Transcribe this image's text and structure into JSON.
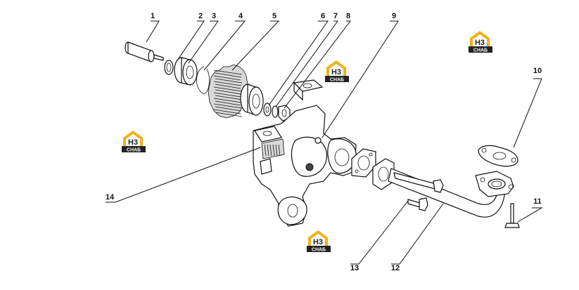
{
  "callouts": [
    {
      "id": "1",
      "label": "1"
    },
    {
      "id": "2",
      "label": "2"
    },
    {
      "id": "3",
      "label": "3"
    },
    {
      "id": "4",
      "label": "4"
    },
    {
      "id": "5",
      "label": "5"
    },
    {
      "id": "6",
      "label": "6"
    },
    {
      "id": "7",
      "label": "7"
    },
    {
      "id": "8",
      "label": "8"
    },
    {
      "id": "9",
      "label": "9"
    },
    {
      "id": "10",
      "label": "10"
    },
    {
      "id": "11",
      "label": "11"
    },
    {
      "id": "12",
      "label": "12"
    },
    {
      "id": "13",
      "label": "13"
    },
    {
      "id": "14",
      "label": "14"
    }
  ],
  "watermark": {
    "brand_short": "H3",
    "brand_word": "СНАБ",
    "colors": {
      "brand": "#f2b21b",
      "dark": "#222222"
    }
  }
}
